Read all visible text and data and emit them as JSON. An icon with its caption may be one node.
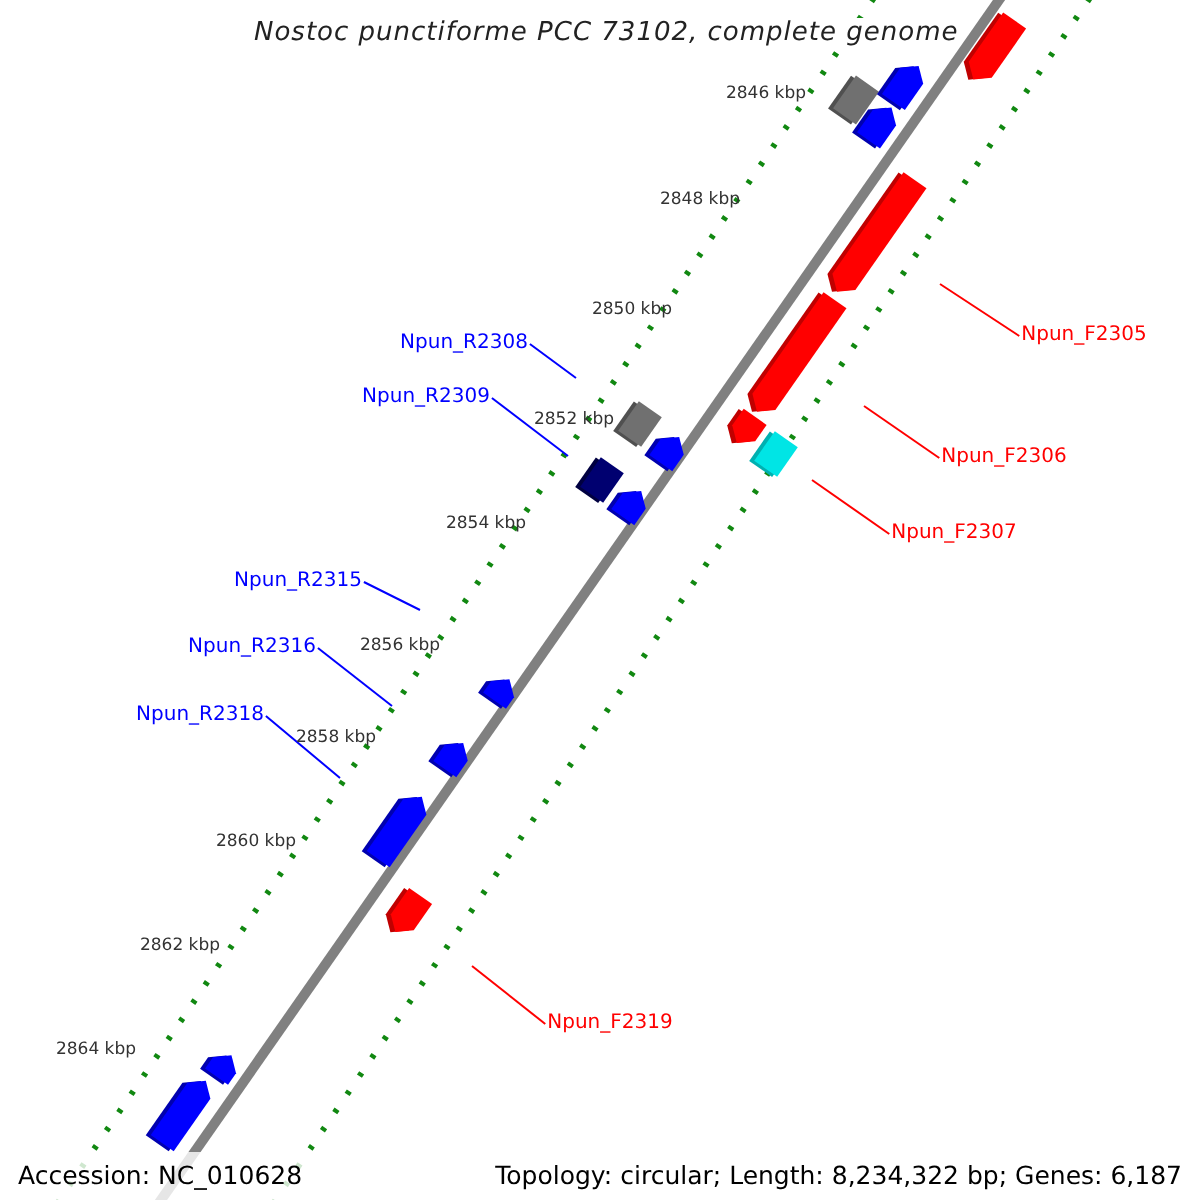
{
  "diagram": {
    "title": "Nostoc punctiforme PCC 73102, complete genome",
    "nodes": [
      {
        "text": [
          "Npun_R2308"
        ]
      },
      {
        "text": [
          "Npun_R2309"
        ]
      },
      {
        "text": [
          "Npun_F2305"
        ]
      },
      {
        "text": [
          "Npun_F2306"
        ]
      },
      {
        "text": [
          "Npun_F2307"
        ]
      },
      {
        "text": [
          "Npun_R2315"
        ]
      },
      {
        "text": [
          "Npun_R2316"
        ]
      },
      {
        "text": [
          "Npun_R2318"
        ]
      },
      {
        "text": [
          "Npun_F2319"
        ]
      }
    ],
    "edges": [
      {
        "from": 0,
        "to": null,
        "arrow": "none"
      },
      {
        "from": 1,
        "to": null,
        "arrow": "none"
      },
      {
        "from": 2,
        "to": null,
        "arrow": "none",
        "color": "#ff0000"
      },
      {
        "from": 3,
        "to": null,
        "arrow": "none",
        "color": "#ff0000"
      },
      {
        "from": 4,
        "to": null,
        "arrow": "none",
        "color": "#ff0000"
      },
      {
        "from": 5,
        "to": null,
        "arrow": "none"
      },
      {
        "from": 6,
        "to": null,
        "arrow": "none"
      },
      {
        "from": 7,
        "to": null,
        "arrow": "none"
      },
      {
        "from": 8,
        "to": null,
        "arrow": "none",
        "color": "#ff0000"
      }
    ],
    "labels": [
      "2846 kbp",
      "2848 kbp",
      "2850 kbp",
      "2852 kbp",
      "2854 kbp",
      "2856 kbp",
      "2858 kbp",
      "2860 kbp",
      "2862 kbp",
      "2864 kbp",
      "Accession: NC_010628",
      "Topology: circular; Length: 8,234,322 bp; Genes: 6,187"
    ]
  }
}
